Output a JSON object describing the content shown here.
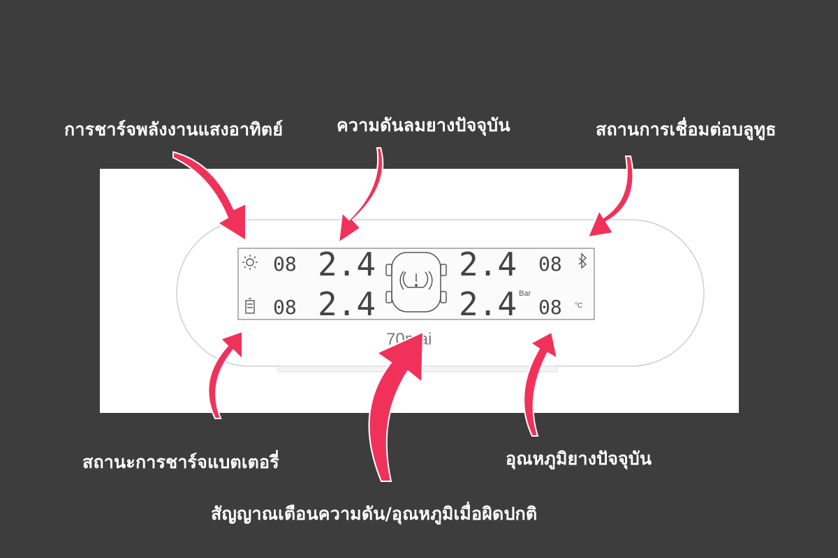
{
  "labels": {
    "solar": "การชาร์จพลังงานแสงอาทิตย์",
    "pressure": "ความดันลมยางปัจจุบัน",
    "bluetooth": "สถานการเชื่อมต่อบลูทูธ",
    "battery": "สถานะการชาร์จแบตเตอรี่",
    "temperature": "อุณหภูมิยางปัจจุบัน",
    "alarm": "สัญญาณเตือนความดัน/อุณหภูมิเมื่อผิดปกติ"
  },
  "display": {
    "pressure_fl": "2.4",
    "pressure_rl": "2.4",
    "pressure_fr": "2.4",
    "pressure_rr": "2.4",
    "temp_top_left": "08",
    "temp_bottom_left": "08",
    "temp_top_right": "08",
    "temp_bottom_right": "08",
    "pressure_unit": "Bar",
    "temp_unit": "°C",
    "brand": "70mai"
  },
  "colors": {
    "background": "#3d3d3d",
    "arrow": "#f0325a",
    "label_text": "#ffffff"
  },
  "icons": [
    "sun-icon",
    "battery-icon",
    "bluetooth-icon",
    "tpms-warning-icon"
  ]
}
